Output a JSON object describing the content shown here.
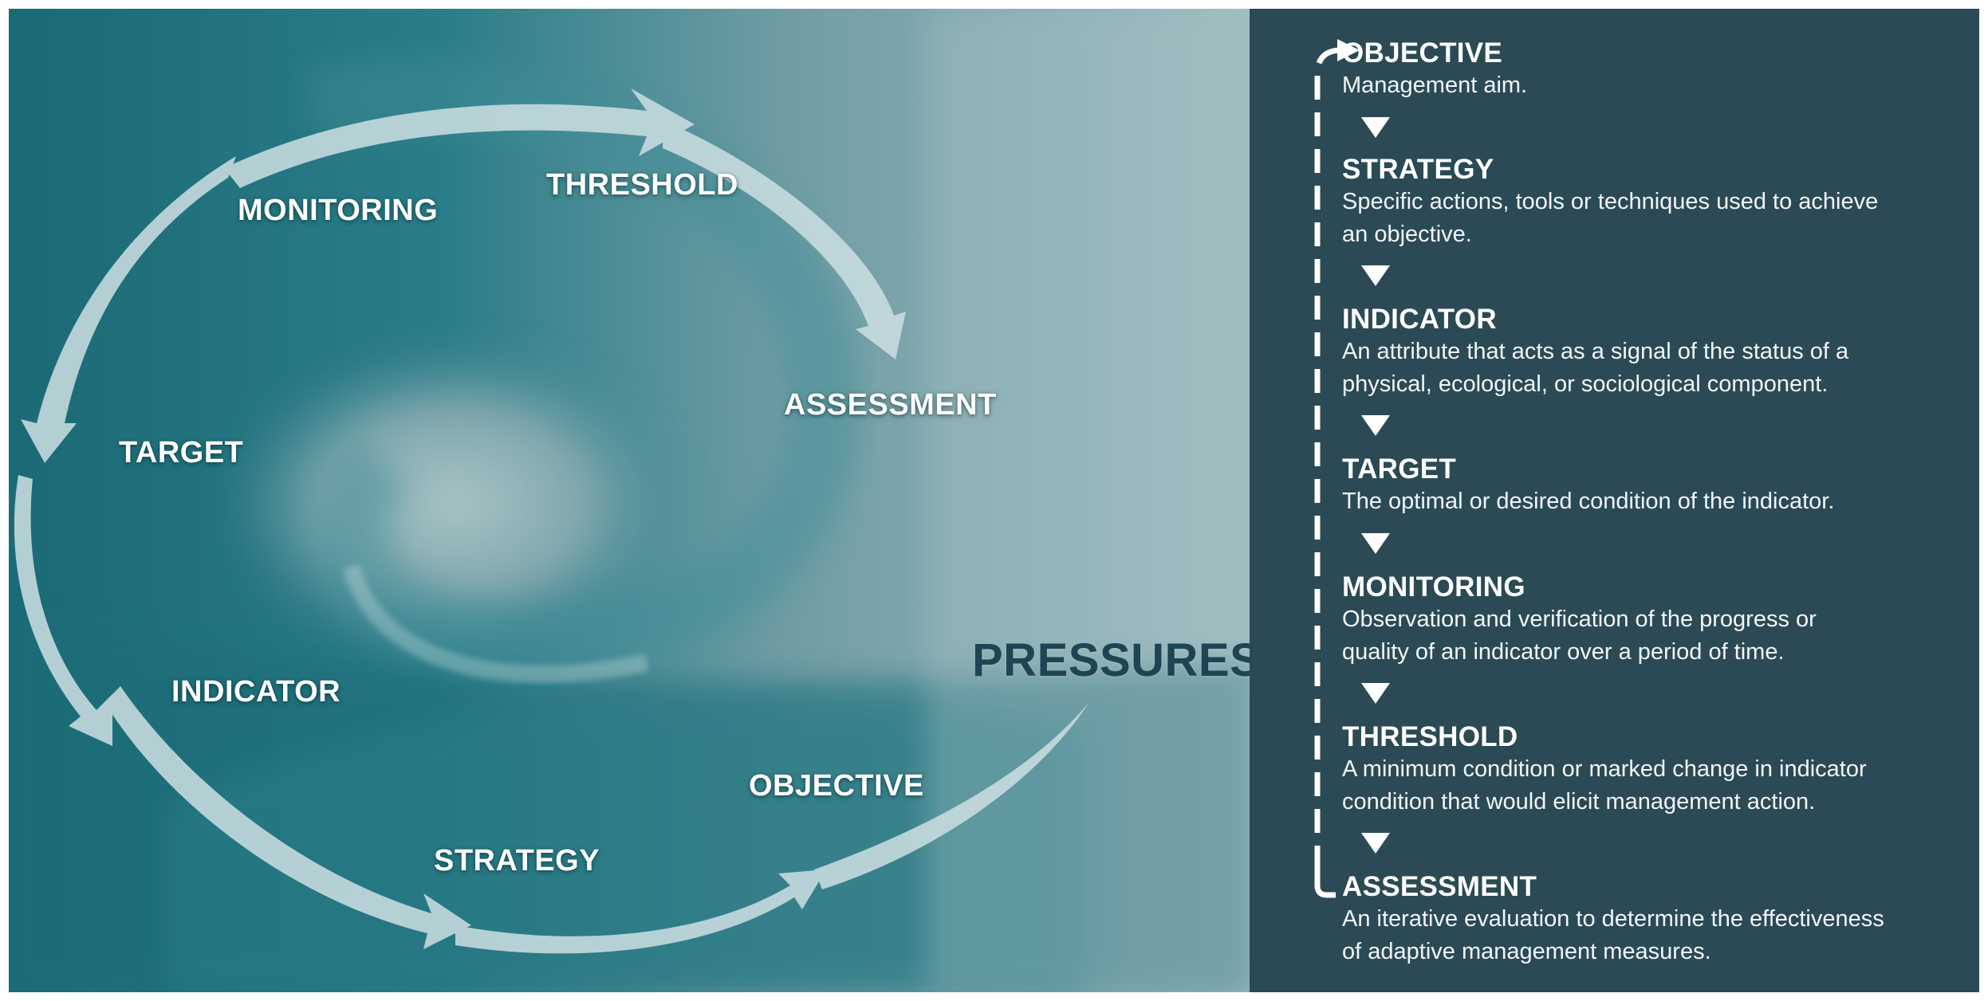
{
  "diagram": {
    "pressures_label": "PRESSURES",
    "cycle_labels": {
      "threshold": "THRESHOLD",
      "monitoring": "MONITORING",
      "target": "TARGET",
      "indicator": "INDICATOR",
      "strategy": "STRATEGY",
      "objective": "OBJECTIVE",
      "assessment": "ASSESSMENT"
    },
    "colors": {
      "teal_dark": "#1f6f7a",
      "teal_light": "#8fb4bb",
      "panel_bg": "#2b4a55",
      "arrow_fill": "#c9dde0",
      "pressures_text": "#1e4553"
    }
  },
  "steps": [
    {
      "title": "OBJECTIVE",
      "desc": [
        "Management aim."
      ]
    },
    {
      "title": "STRATEGY",
      "desc": [
        "Specific actions, tools or techniques used to achieve",
        "an objective."
      ]
    },
    {
      "title": "INDICATOR",
      "desc": [
        "An attribute that acts as a signal of the status of a",
        "physical, ecological, or sociological component."
      ]
    },
    {
      "title": "TARGET",
      "desc": [
        "The optimal or desired condition of the indicator."
      ]
    },
    {
      "title": "MONITORING",
      "desc": [
        "Observation and verification of the progress or",
        "quality of an indicator over a period of time."
      ]
    },
    {
      "title": "THRESHOLD",
      "desc": [
        "A minimum condition or marked change in indicator",
        "condition that would elicit management action."
      ]
    },
    {
      "title": "ASSESSMENT",
      "desc": [
        "An iterative evaluation to determine the effectiveness",
        "of adaptive management measures."
      ]
    }
  ]
}
